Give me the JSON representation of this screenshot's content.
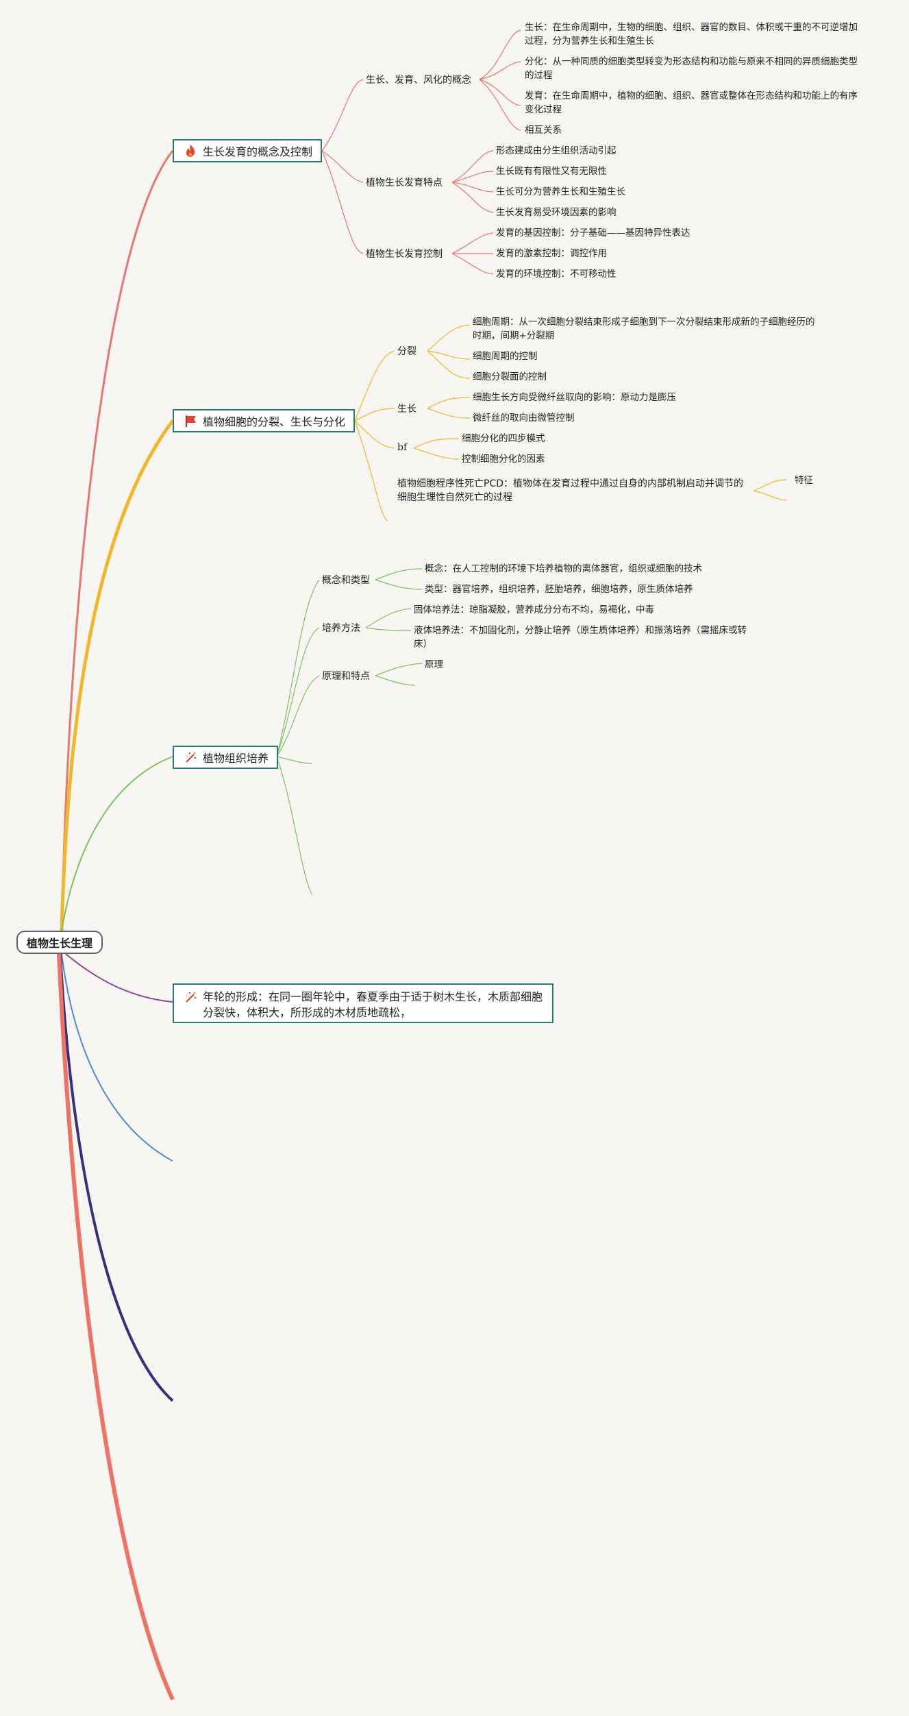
{
  "root": {
    "label": "植物生长生理"
  },
  "colors": {
    "b1": "#e8766b",
    "b2": "#f3b62a",
    "b3": "#7cc25e",
    "b4": "#8e4894",
    "b5": "#4f8ad6",
    "b6": "#37307e",
    "b7": "#f07264",
    "topic_border": "#2e7d73"
  },
  "branches": [
    {
      "label": "生长发育的概念及控制",
      "icon": "fire-icon",
      "subs": [
        {
          "label": "生长、发育、风化的概念",
          "leaves": [
            "生长：在生命周期中，生物的细胞、组织、器官的数目、体积或干重的不可逆增加过程，分为营养生长和生殖生长",
            "分化：从一种同质的细胞类型转变为形态结构和功能与原来不相同的异质细胞类型的过程",
            "发育：在生命周期中，植物的细胞、组织、器官或整体在形态结构和功能上的有序变化过程",
            "相互关系"
          ]
        },
        {
          "label": "植物生长发育特点",
          "leaves": [
            "形态建成由分生组织活动引起",
            "生长既有有限性又有无限性",
            "生长可分为营养生长和生殖生长",
            "生长发育易受环境因素的影响"
          ]
        },
        {
          "label": "植物生长发育控制",
          "leaves": [
            "发育的基因控制：分子基础——基因特异性表达",
            "发育的激素控制：调控作用",
            "发育的环境控制：不可移动性"
          ]
        }
      ]
    },
    {
      "label": "植物细胞的分裂、生长与分化",
      "icon": "flag-icon",
      "subs": [
        {
          "label": "分裂",
          "leaves": [
            "细胞周期：从一次细胞分裂结束形成子细胞到下一次分裂结束形成新的子细胞经历的时期，间期+分裂期",
            "细胞周期的控制",
            "细胞分裂面的控制"
          ]
        },
        {
          "label": "生长",
          "leaves": [
            "细胞生长方向受微纤丝取向的影响：原动力是膨压",
            "微纤丝的取向由微管控制"
          ]
        },
        {
          "label": "bf",
          "leaves": [
            "细胞分化的四步模式",
            "控制细胞分化的因素"
          ]
        },
        {
          "label": "植物细胞程序性死亡PCD：植物体在发育过程中通过自身的内部机制启动并调节的细胞生理性自然死亡的过程",
          "leaves": [
            "特征"
          ]
        }
      ]
    },
    {
      "label": "植物组织培养",
      "icon": "sparkle-icon",
      "subs": [
        {
          "label": "概念和类型",
          "leaves": [
            "概念：在人工控制的环境下培养植物的离体器官，组织或细胞的技术",
            "类型：器官培养，组织培养，胚胎培养，细胞培养，原生质体培养"
          ]
        },
        {
          "label": "培养方法",
          "leaves": [
            "固体培养法：琼脂凝胶，营养成分分布不均，易褐化，中毒",
            "液体培养法：不加固化剂，分静止培养（原生质体培养）和振荡培养（需摇床或转床）"
          ]
        },
        {
          "label": "原理和特点",
          "leaves": [
            "原理"
          ]
        }
      ]
    },
    {
      "label": "年轮的形成：在同一圈年轮中，春夏季由于适于树木生长，木质部细胞分裂快，体积大，所形成的木材质地疏松，",
      "icon": "sparkle-icon",
      "subs": []
    }
  ]
}
